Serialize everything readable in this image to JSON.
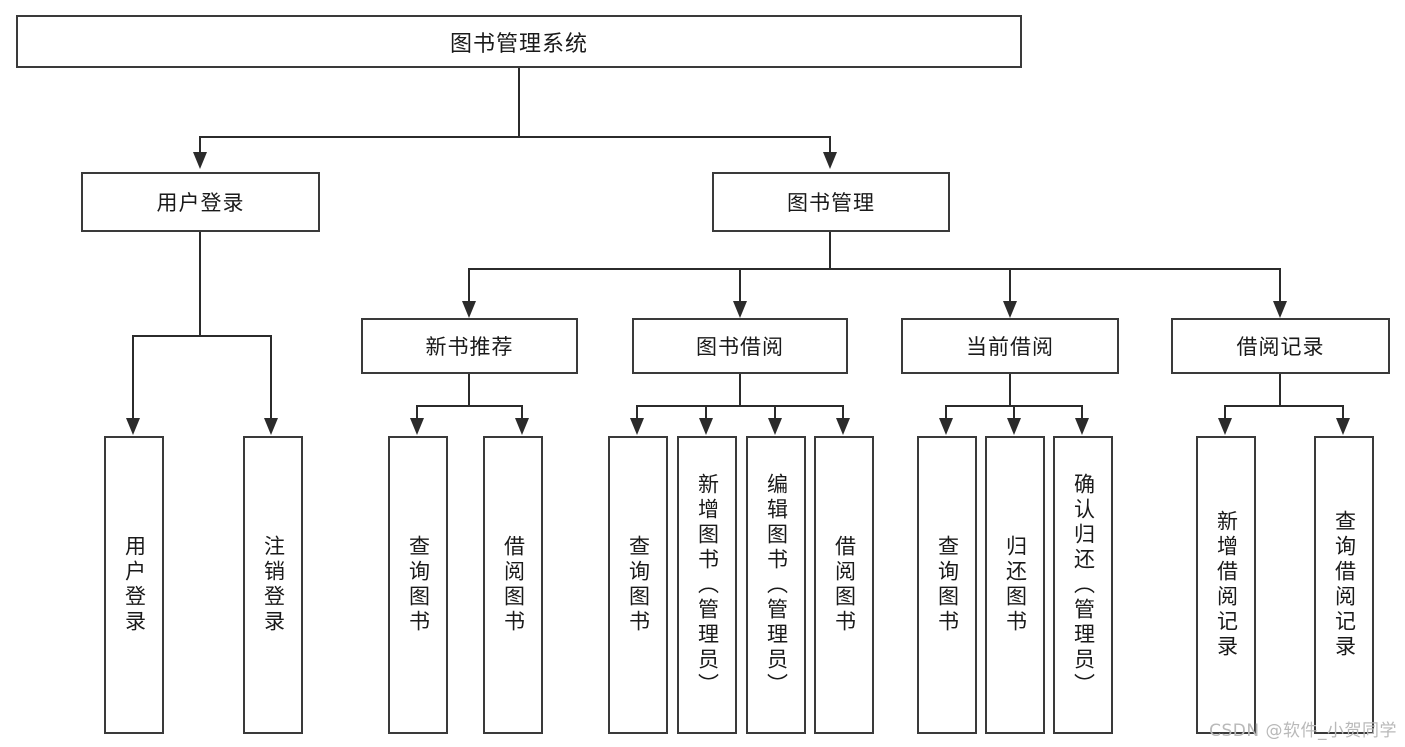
{
  "diagram": {
    "title": "图书管理系统",
    "type": "hierarchy-tree",
    "root": {
      "label": "图书管理系统"
    },
    "level2": [
      {
        "label": "用户登录"
      },
      {
        "label": "图书管理"
      }
    ],
    "level3": [
      {
        "label": "新书推荐"
      },
      {
        "label": "图书借阅"
      },
      {
        "label": "当前借阅"
      },
      {
        "label": "借阅记录"
      }
    ],
    "leaves": {
      "user_login": [
        {
          "label": "用户登录"
        },
        {
          "label": "注销登录"
        }
      ],
      "new_book_recommend": [
        {
          "label": "查询图书"
        },
        {
          "label": "借阅图书"
        }
      ],
      "book_borrow": [
        {
          "label": "查询图书"
        },
        {
          "label": "新增图书（管理员）"
        },
        {
          "label": "编辑图书（管理员）"
        },
        {
          "label": "借阅图书"
        }
      ],
      "current_borrow": [
        {
          "label": "查询图书"
        },
        {
          "label": "归还图书"
        },
        {
          "label": "确认归还（管理员）"
        }
      ],
      "borrow_record": [
        {
          "label": "新增借阅记录"
        },
        {
          "label": "查询借阅记录"
        }
      ]
    }
  },
  "watermark": {
    "text": "CSDN @软件_小贺同学"
  },
  "colors": {
    "border": "#3a3a3a",
    "line": "#2b2b2b",
    "text": "#1a1a1a",
    "background": "#ffffff",
    "watermark": "#b9b9b9"
  }
}
